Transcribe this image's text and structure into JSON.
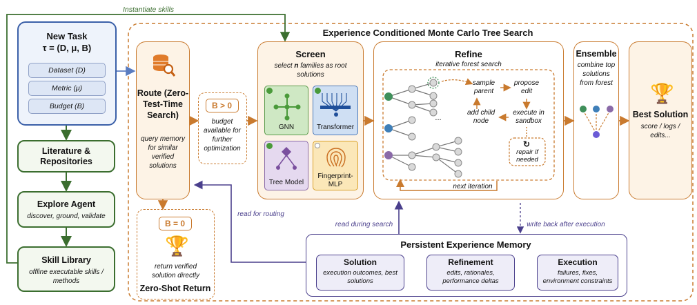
{
  "instantiate_label": "Instantiate skills",
  "outer_title": "Experience Conditioned Monte Carlo Tree Search",
  "new_task": {
    "title": "New Task",
    "formula": "τ = (D, μ, B)",
    "items": [
      "Dataset (D)",
      "Metric (μ)",
      "Budget (B)"
    ]
  },
  "literature": {
    "title": "Literature & Repositories"
  },
  "explore": {
    "title": "Explore Agent",
    "sub": "discover, ground, validate"
  },
  "skill": {
    "title": "Skill Library",
    "sub": "offline executable skills / methods"
  },
  "route": {
    "title": "Route (Zero-Test-Time Search)",
    "sub": "query memory for similar verified solutions"
  },
  "budget_pos": {
    "label": "B > 0",
    "desc": "budget available for further optimization"
  },
  "budget_zero": {
    "label": "B = 0",
    "desc": "return verified solution directly",
    "title": "Zero-Shot Return"
  },
  "screen": {
    "title": "Screen",
    "sub_pre": "select ",
    "sub_n": "n",
    "sub_post": " families as root solutions",
    "families": [
      "GNN",
      "Transformer",
      "Tree Model",
      "Fingerprint-MLP"
    ]
  },
  "refine": {
    "title": "Refine",
    "sub": "iterative forest search",
    "ellipsis": "...",
    "steps": {
      "sample": "sample parent",
      "propose": "propose edit",
      "execute": "execute in sandbox",
      "add": "add child node",
      "repair": "repair if needed"
    },
    "next": "next iteration"
  },
  "ensemble": {
    "title": "Ensemble",
    "sub": "combine top solutions from forest"
  },
  "best": {
    "title": "Best Solution",
    "sub": "score / logs / edits..."
  },
  "read_routing": "read for routing",
  "read_search": "read during search",
  "write_back": "write back after execution",
  "memory": {
    "title": "Persistent Experience Memory",
    "cards": [
      {
        "title": "Solution",
        "sub": "execution outcomes, best solutions"
      },
      {
        "title": "Refinement",
        "sub": "edits, rationales, performance deltas"
      },
      {
        "title": "Execution",
        "sub": "failures, fixes, environment constraints"
      }
    ]
  },
  "colors": {
    "green": "#3b6e2f",
    "orange": "#c97a2e",
    "purple": "#4a3f8c",
    "blue": "#5a7cc0"
  }
}
